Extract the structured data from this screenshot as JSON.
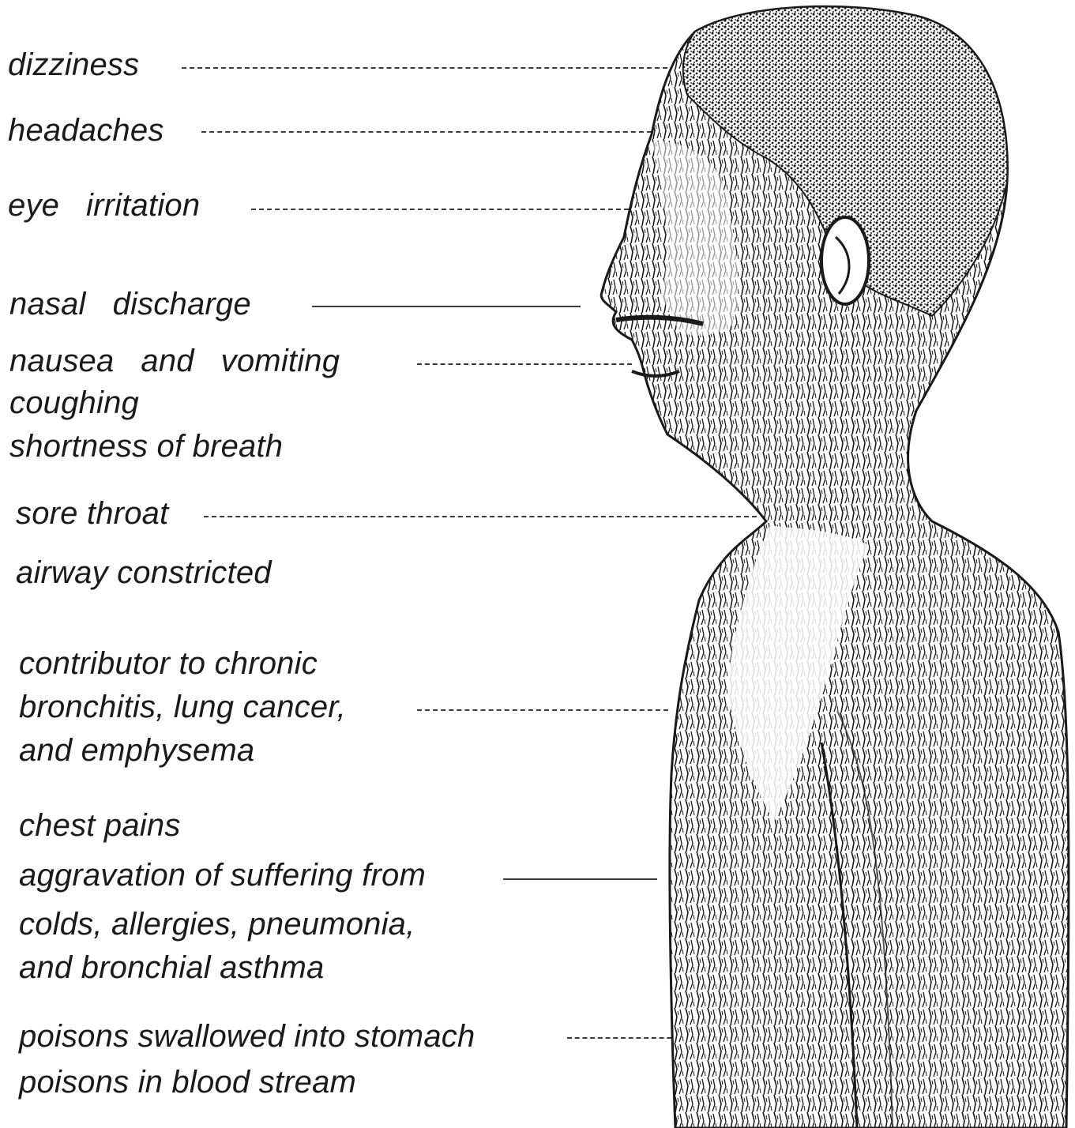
{
  "labels": {
    "dizziness": "dizziness",
    "headaches": "headaches",
    "eye_irritation": "eye   irritation",
    "nasal_discharge": "nasal   discharge",
    "nausea": "nausea   and   vomiting",
    "coughing": "coughing",
    "shortness": "shortness of breath",
    "sore_throat": "sore throat",
    "airway": "airway constricted",
    "contributor_1": "contributor to chronic",
    "contributor_2": "bronchitis, lung cancer,",
    "contributor_3": "and emphysema",
    "chest_pains": "chest pains",
    "aggravation_1": "aggravation of suffering from",
    "aggravation_2": "colds, allergies, pneumonia,",
    "aggravation_3": "and bronchial asthma",
    "poisons_stomach": "poisons swallowed into stomach",
    "poisons_blood": "poisons in blood stream"
  },
  "figure": {
    "icon": "human-profile-figure-icon",
    "ink_color": "#1a1a1a"
  }
}
